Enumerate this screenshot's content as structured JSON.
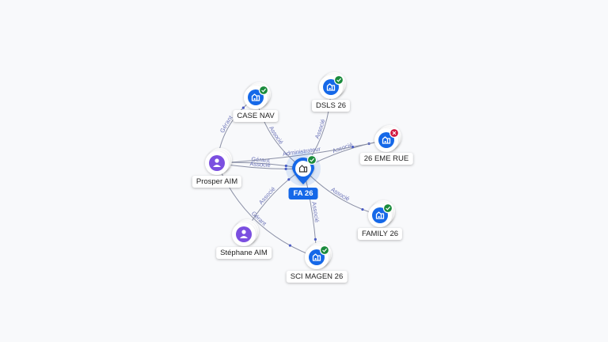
{
  "center": {
    "label": "FA 26",
    "icon": "company-icon",
    "status": "active"
  },
  "nodes": [
    {
      "id": "case_nav",
      "label": "CASE NAV",
      "kind": "company",
      "icon": "company-icon",
      "status": "active"
    },
    {
      "id": "dsls",
      "label": "DSLS 26",
      "kind": "company",
      "icon": "company-icon",
      "status": "active"
    },
    {
      "id": "eme_rue",
      "label": "26 EME RUE",
      "kind": "company",
      "icon": "company-icon",
      "status": "closed"
    },
    {
      "id": "prosper",
      "label": "Prosper AIM",
      "kind": "person",
      "icon": "person-icon"
    },
    {
      "id": "stephane",
      "label": "Stéphane AIM",
      "kind": "person",
      "icon": "person-icon"
    },
    {
      "id": "family",
      "label": "FAMILY 26",
      "kind": "company",
      "icon": "company-icon",
      "status": "active"
    },
    {
      "id": "sci",
      "label": "SCI MAGEN 26",
      "kind": "company",
      "icon": "company-icon",
      "status": "active"
    }
  ],
  "edges": [
    {
      "from": "center",
      "to": "case_nav",
      "label": "Associé"
    },
    {
      "from": "center",
      "to": "dsls",
      "label": "Associé"
    },
    {
      "from": "center",
      "to": "eme_rue",
      "label": "Associé"
    },
    {
      "from": "center",
      "to": "family",
      "label": "Associé"
    },
    {
      "from": "center",
      "to": "sci",
      "label": "Associé"
    },
    {
      "from": "prosper",
      "to": "center",
      "label": "Gérant"
    },
    {
      "from": "prosper",
      "to": "center",
      "label": "Associé"
    },
    {
      "from": "prosper",
      "to": "case_nav",
      "label": "Gérant"
    },
    {
      "from": "prosper",
      "to": "eme_rue",
      "label": "Administrateur"
    },
    {
      "from": "prosper",
      "to": "sci",
      "label": "Gérant"
    },
    {
      "from": "stephane",
      "to": "center",
      "label": "Associé"
    }
  ],
  "colors": {
    "company": "#1568e8",
    "person": "#7b4fe0",
    "active_badge": "#1a8b3c",
    "closed_badge": "#d0163f",
    "edge": "#8b90a6",
    "edge_label": "#6b73b8"
  }
}
